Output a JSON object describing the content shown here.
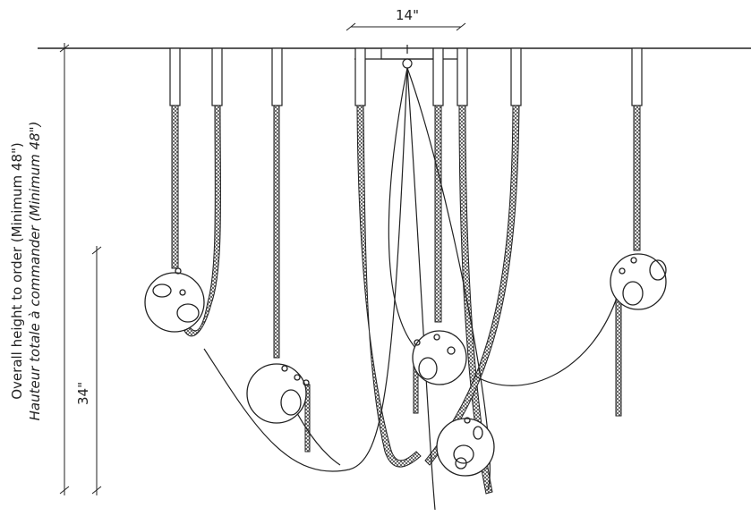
{
  "dimensions": {
    "canopy_width": "14\"",
    "drop_height": "34\""
  },
  "labels": {
    "overall_height_en": "Overall height to order (Minimum 48\")",
    "overall_height_fr": "Hauteur totale à commander (Minimum 48\")"
  },
  "colors": {
    "line": "#222222",
    "background": "#ffffff"
  }
}
